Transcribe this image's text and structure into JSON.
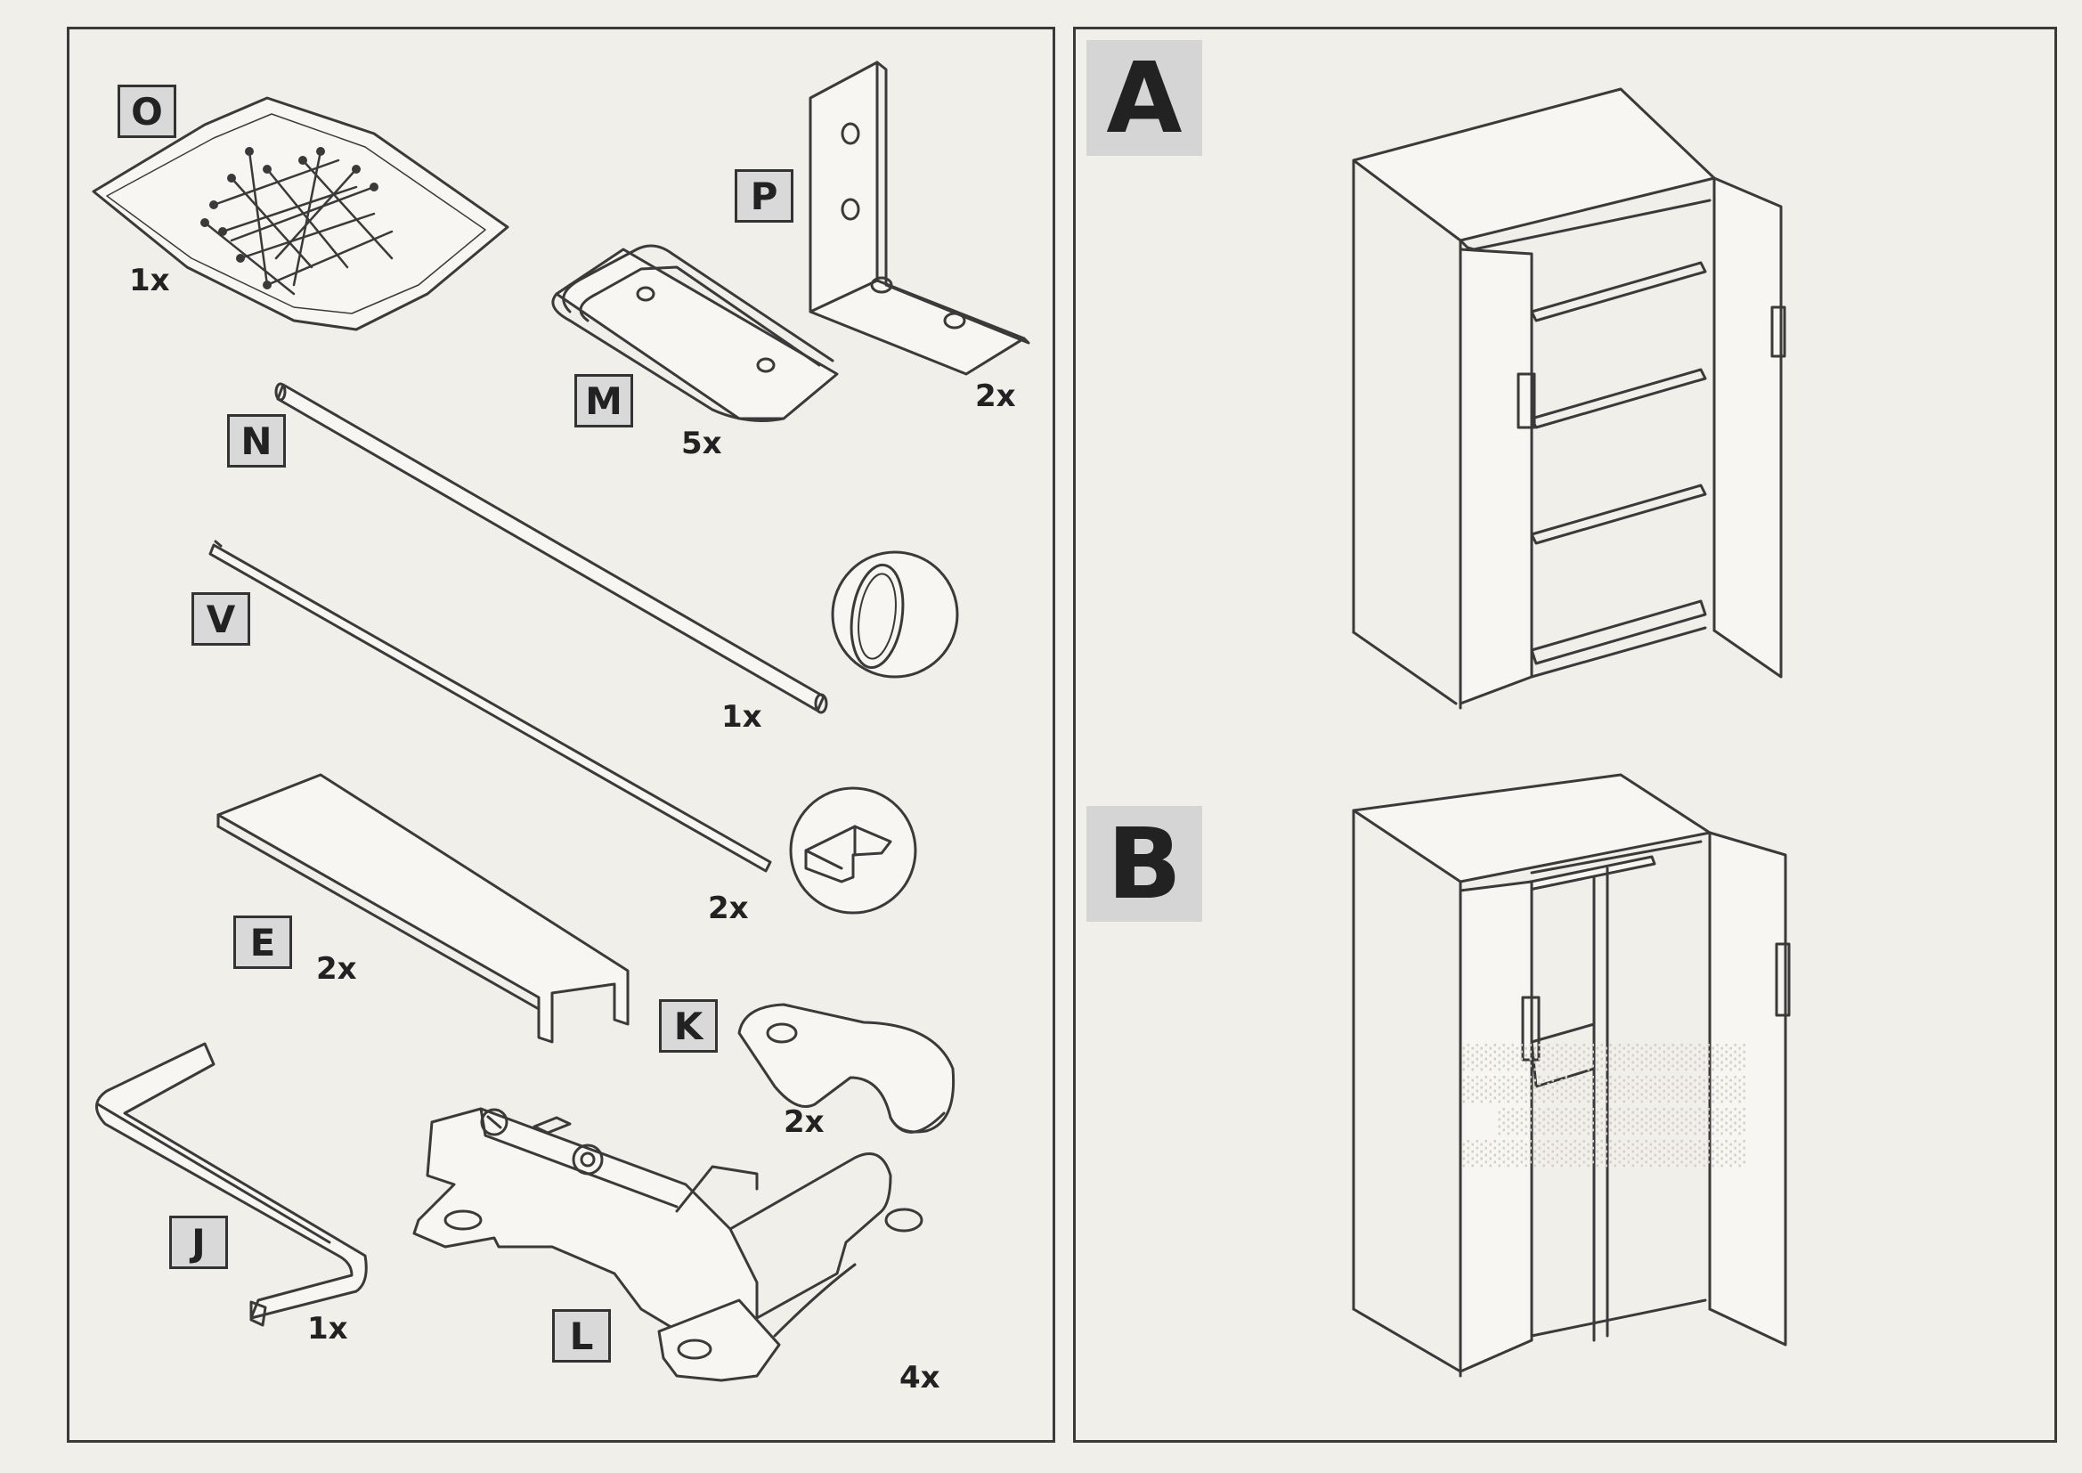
{
  "parts": {
    "O": {
      "label": "O",
      "qty": "1x",
      "icon": "nails-bag-icon"
    },
    "P": {
      "label": "P",
      "qty": "2x",
      "icon": "corner-bracket-icon"
    },
    "M": {
      "label": "M",
      "qty": "5x",
      "icon": "shelf-support-icon"
    },
    "N": {
      "label": "N",
      "qty": "1x",
      "icon": "hanging-rod-icon"
    },
    "V": {
      "label": "V",
      "qty": "2x",
      "icon": "guide-rail-icon"
    },
    "E": {
      "label": "E",
      "qty": "2x",
      "icon": "u-profile-icon"
    },
    "K": {
      "label": "K",
      "qty": "2x",
      "icon": "rod-holder-icon"
    },
    "J": {
      "label": "J",
      "qty": "1x",
      "icon": "hex-key-icon"
    },
    "L": {
      "label": "L",
      "qty": "4x",
      "icon": "hinge-icon"
    }
  },
  "variants": {
    "A": {
      "label": "A",
      "icon": "cabinet-with-shelves-icon"
    },
    "B": {
      "label": "B",
      "icon": "cabinet-with-rod-icon"
    }
  },
  "colors": {
    "paper": "#f1efe9",
    "ink": "#3a3a3a",
    "label_bg": "#d9d9d9"
  }
}
